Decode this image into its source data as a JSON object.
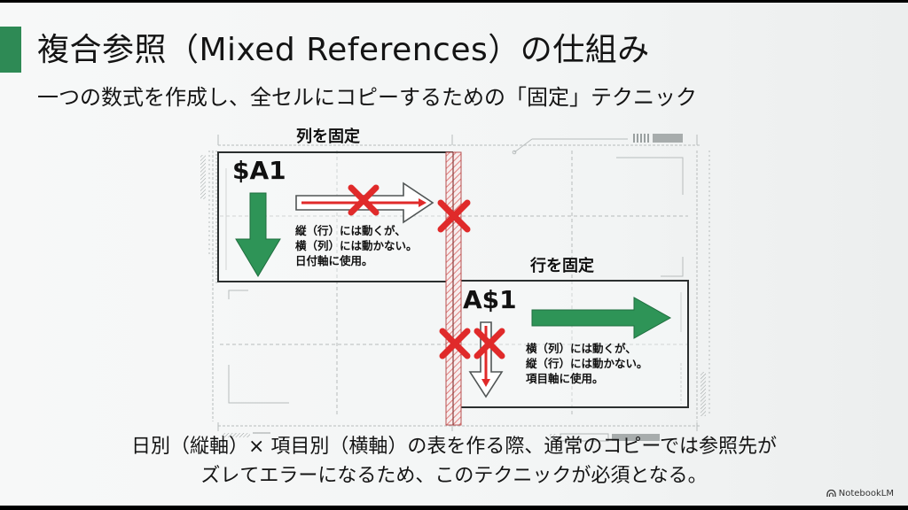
{
  "slide": {
    "title": "複合参照（Mixed References）の仕組み",
    "subtitle": "一つの数式を作成し、全セルにコピーするための「固定」テクニック",
    "accent_color": "#2e8a55"
  },
  "diagram": {
    "column_fixed": {
      "heading": "列を固定",
      "reference": "$A1",
      "description": [
        "縦（行）には動くが、",
        "横（列）には動かない。",
        "日付軸に使用。"
      ],
      "allowed_direction": "down",
      "blocked_direction": "right"
    },
    "row_fixed": {
      "heading": "行を固定",
      "reference": "A$1",
      "description": [
        "横（列）には動くが、",
        "縦（行）には動かない。",
        "項目軸に使用。"
      ],
      "allowed_direction": "right",
      "blocked_direction": "down"
    },
    "colors": {
      "allowed_arrow": "#2e9457",
      "blocked_mark": "#e02a2a",
      "hatch": "#d9625f",
      "border": "#2b2f2f",
      "grid_dash": "#b7bcbc"
    },
    "icons": [
      "arrow-down-icon",
      "arrow-right-icon",
      "blocked-x-icon"
    ]
  },
  "footer": {
    "line1": "日別（縦軸）× 項目別（横軸）の表を作る際、通常のコピーでは参照先が",
    "line2": "ズレてエラーになるため、このテクニックが必須となる。"
  },
  "brand": {
    "label": "NotebookLM"
  }
}
